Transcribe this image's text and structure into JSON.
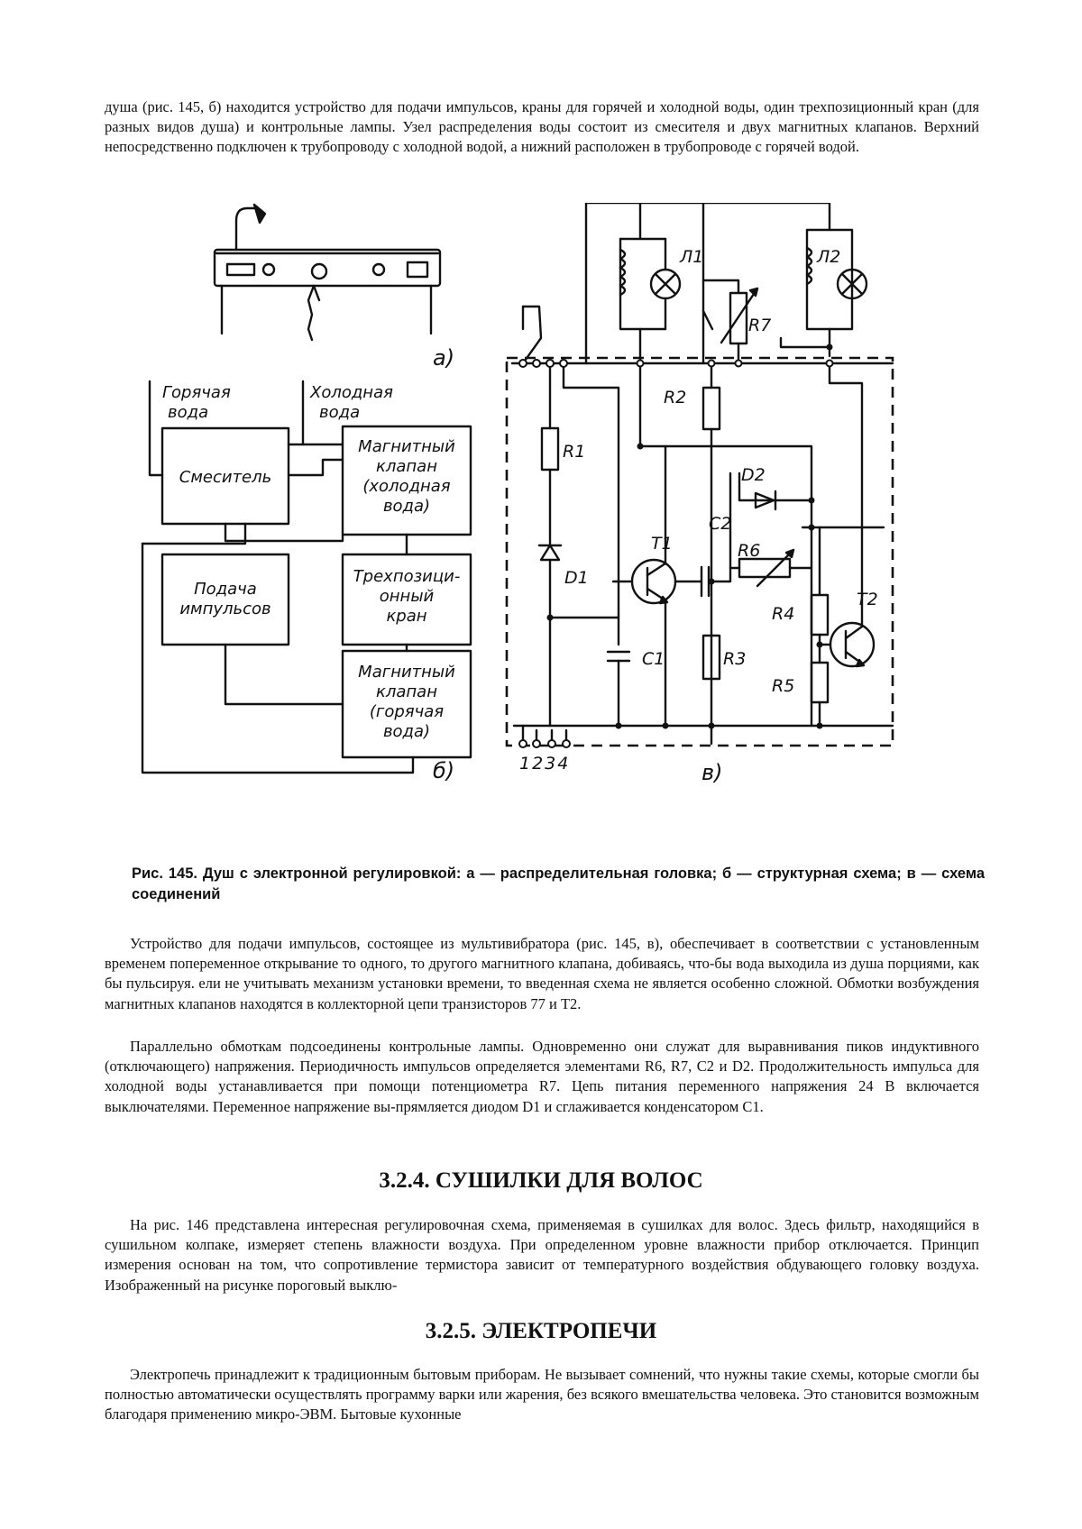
{
  "text": {
    "para_top": "душа (рис. 145, б) находится устройство для подачи импульсов, краны для горячей и холодной воды, один трехпозиционный кран (для разных видов душа) и контрольные лампы. Узел распределения воды состоит из смесителя и двух магнитных клапанов. Верхний непосредственно подключен к трубопроводу с холодной водой, а нижний расположен в трубопроводе с горячей водой.",
    "caption": "Рис. 145. Душ с электронной регулировкой: а — распределительная головка; б — структурная схема; в — схема соединений",
    "para_1": "Устройство для подачи импульсов, состоящее из мультивибратора (рис. 145, в), обеспечивает в соответствии с установленным временем попеременное открывание то одного, то другого магнитного клапана, добиваясь, что-бы вода выходила из душа порциями, как бы пульсируя. ели не учитывать механизм установки времени, то введенная схема не является особенно сложной. Обмотки возбуждения магнитных клапанов находятся в коллекторной цепи транзисторов 77 и Т2.",
    "para_2": "Параллельно обмоткам подсоединены контрольные лампы. Одновременно они служат для выравнивания пиков индуктивного (отключающего) напряжения. Периодичность импульсов определяется элементами R6, R7, C2 и D2. Продолжительность импульса для холодной воды устанавливается при помощи потенциометра R7. Цепь питания переменного напряжения 24 В включается выключателями. Переменное напряжение вы-прямляется диодом D1 и сглаживается конденсатором С1.",
    "heading_1": "3.2.4. СУШИЛКИ ДЛЯ ВОЛОС",
    "para_3": "На рис. 146 представлена интересная регулировочная схема, применяемая в сушилках для волос. Здесь фильтр, находящийся в сушильном колпаке, измеряет степень влажности воздуха. При определенном уровне влажности прибор отключается. Принцип измерения основан на том, что сопротивление термистора зависит от температурного воздействия обдувающего головку воздуха. Изображенный на рисунке пороговый выклю-",
    "heading_2": "3.2.5. ЭЛЕКТРОПЕЧИ",
    "para_4": "Электропечь принадлежит к традиционным бытовым приборам. Не вызывает сомнений, что нужны такие схемы, которые смогли бы полностью автоматически осуществлять программу варки или жарения, без всякого вмешательства человека. Это становится возможным благодаря применению микро-ЭВМ. Бытовые кухонные"
  },
  "figure": {
    "part_a_label": "а)",
    "part_b_label": "б)",
    "part_c_label": "в)",
    "hot_water_l1": "Горячая",
    "hot_water_l2": "вода",
    "cold_water_l1": "Холодная",
    "cold_water_l2": "вода",
    "mixer": "Смеситель",
    "valve_cold": [
      "Магнитный",
      "клапан",
      "(холодная",
      "вода)"
    ],
    "pulse_supply": [
      "Подача",
      "импульсов"
    ],
    "three_way": [
      "Трехпозици-",
      "онный",
      "кран"
    ],
    "valve_hot": [
      "Магнитный",
      "клапан",
      "(горячая",
      "вода)"
    ],
    "components": {
      "L1": "Л1",
      "L2": "Л2",
      "R1": "R1",
      "R2": "R2",
      "R3": "R3",
      "R4": "R4",
      "R5": "R5",
      "R6": "R6",
      "R7": "R7",
      "C1": "C1",
      "C2": "C2",
      "D1": "D1",
      "D2": "D2",
      "T1": "T1",
      "T2": "T2"
    },
    "terminals": "1234"
  }
}
